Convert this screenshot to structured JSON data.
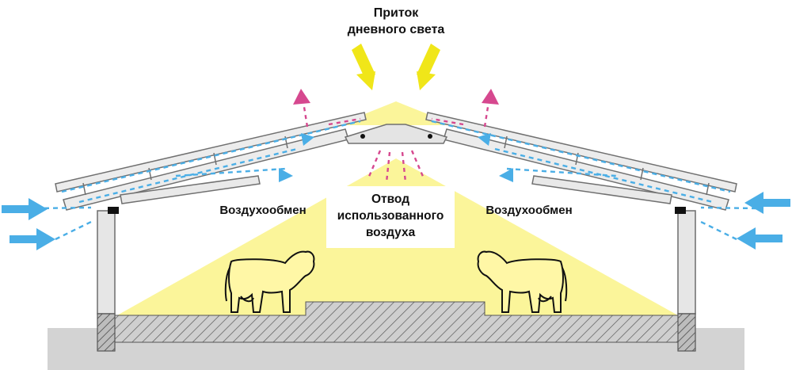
{
  "labels": {
    "daylight_line1": "Приток",
    "daylight_line2": "дневного света",
    "exchange_left": "Воздухообмен",
    "exchange_right": "Воздухообмен",
    "exhaust_line1": "Отвод",
    "exhaust_line2": "использованного",
    "exhaust_line3": "воздуха"
  },
  "colors": {
    "light": "#fbf59a",
    "sun_arrow": "#f0e619",
    "air_in": "#4aaee6",
    "air_out": "#d6488f",
    "roof_fill": "#ececec",
    "roof_stroke": "#707070",
    "ground": "#d2d2d2",
    "animal": "#fff7a6"
  },
  "icons": [
    "sun-arrow-icon",
    "air-inflow-arrow-icon",
    "exhaust-arrow-icon",
    "cow-icon"
  ]
}
